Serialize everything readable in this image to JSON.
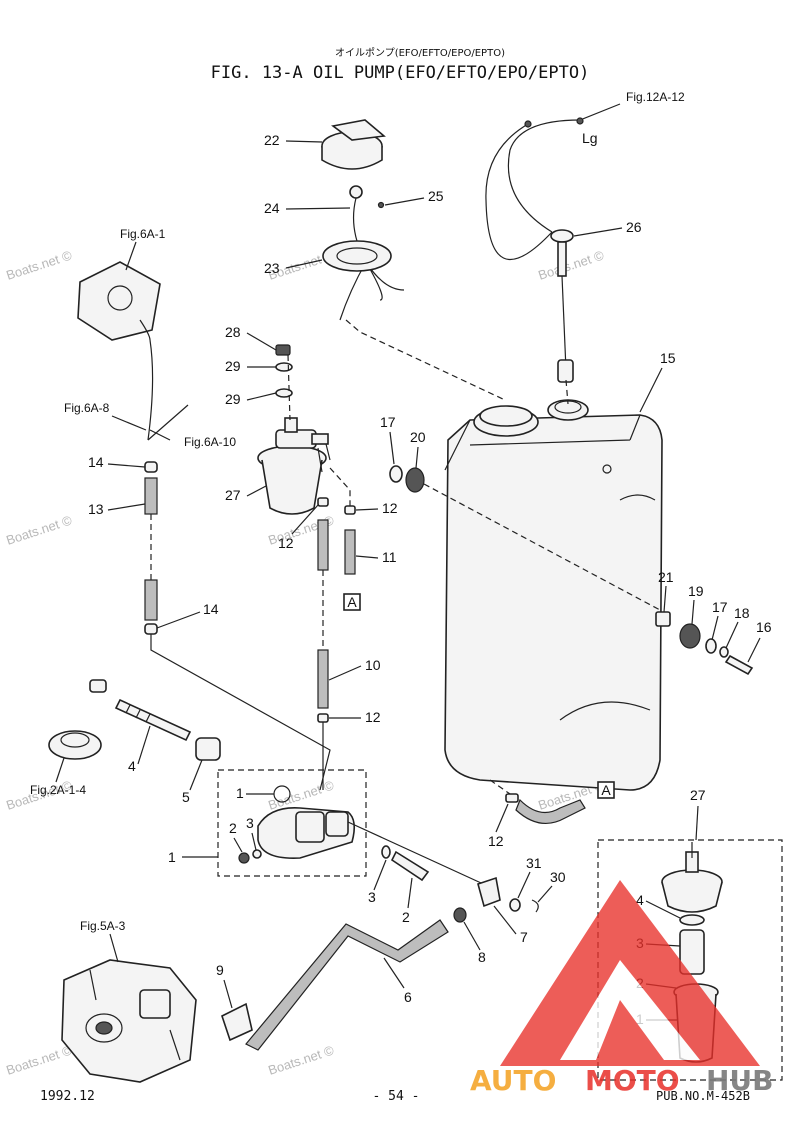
{
  "header": {
    "subtitle_jp": "オイルポンプ(EFO/EFTO/EPO/EPTO)",
    "title": "FIG. 13-A OIL PUMP(EFO/EFTO/EPO/EPTO)"
  },
  "footer": {
    "date": "1992.12",
    "page": "- 54 -",
    "pub_no": "PUB.NO.M-452B"
  },
  "watermarks": {
    "boats": "Boats.net ©",
    "brand_left": "AUTO",
    "brand_mid": "MOTO",
    "brand_right": "HUB",
    "colors": {
      "red": "#e8302a",
      "orange": "#f4a11f",
      "gray": "#7a7a7a"
    }
  },
  "refs": {
    "fig12a12": "Fig.12A-12",
    "lg": "Lg",
    "fig6a1": "Fig.6A-1",
    "fig6a8": "Fig.6A-8",
    "fig6a10": "Fig.6A-10",
    "fig2a14": "Fig.2A-1-4",
    "fig5a3": "Fig.5A-3",
    "section_a": "A"
  },
  "callouts": {
    "p1": "1",
    "p2": "2",
    "p3": "3",
    "p4": "4",
    "p5": "5",
    "p6": "6",
    "p7": "7",
    "p8": "8",
    "p9": "9",
    "p10": "10",
    "p11": "11",
    "p12": "12",
    "p13": "13",
    "p14": "14",
    "p15": "15",
    "p16": "16",
    "p17": "17",
    "p18": "18",
    "p19": "19",
    "p20": "20",
    "p21": "21",
    "p22": "22",
    "p23": "23",
    "p24": "24",
    "p25": "25",
    "p26": "26",
    "p27": "27",
    "p28": "28",
    "p29": "29",
    "p30": "30",
    "p31": "31"
  }
}
